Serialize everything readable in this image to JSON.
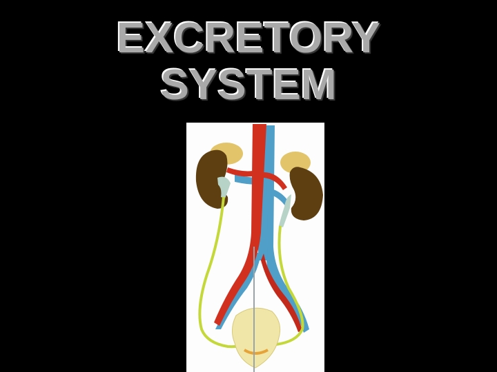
{
  "slide": {
    "title_line1": "EXCRETORY",
    "title_line2": "SYSTEM",
    "background_color": "#000000",
    "title_color": "#a9a9a9"
  },
  "figure": {
    "description": "Anatomical model of the urinary system: kidneys, adrenal glands, aorta, vena cava, ureters, bladder",
    "parts": [
      "left-kidney",
      "right-kidney",
      "adrenal-glands",
      "aorta",
      "vena-cava",
      "ureters",
      "bladder",
      "stand-rod"
    ],
    "colors": {
      "kidney": "#5e3f12",
      "adrenal": "#e2c46a",
      "aorta": "#d1301f",
      "vena_cava": "#4f9fc9",
      "ureter": "#c4d83a",
      "bladder": "#efe6a8",
      "background": "#fdfdfd"
    }
  }
}
